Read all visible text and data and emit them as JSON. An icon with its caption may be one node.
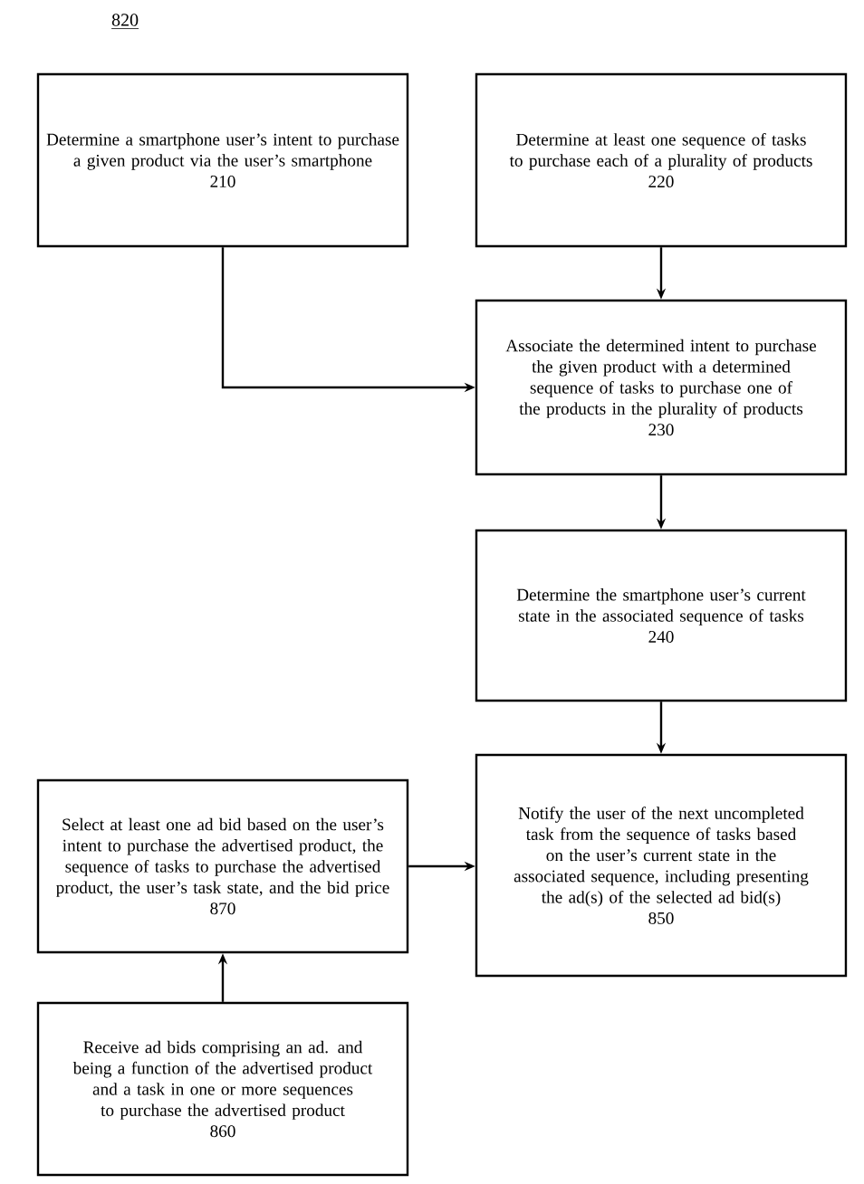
{
  "diagram": {
    "title": "820",
    "nodes": [
      {
        "text": [
          "Determine a smartphone user’s intent to purchase a given product via the user’s smartphone",
          "210"
        ]
      },
      {
        "text": [
          "Determine at least one sequence of tasks to purchase each of a plurality of products",
          "220"
        ]
      },
      {
        "text": [
          "Associate the determined intent to purchase the given product with a determined sequence of tasks to purchase one of the products in the plurality of products",
          "230"
        ]
      },
      {
        "text": [
          "Determine the smartphone user’s current state in the associated sequence of tasks",
          "240"
        ]
      },
      {
        "text": [
          "Notify the user of the next uncompleted task from the sequence of tasks based on the user’s current state in the associated sequence, including presenting the ad(s) of the selected ad bid(s)",
          "850"
        ]
      },
      {
        "text": [
          "Select at least one ad bid based on the user’s intent to purchase the advertised product, the sequence of tasks to purchase the advertised product, the user’s task state, and the bid price",
          "870"
        ]
      },
      {
        "text": [
          "Receive ad bids comprising an ad. and being a function of the advertised product and a task in one or more sequences to purchase the advertised product",
          "860"
        ]
      }
    ],
    "edges": [
      {
        "from": 0,
        "to": 2,
        "arrow": "to"
      },
      {
        "from": 1,
        "to": 2,
        "arrow": "to"
      },
      {
        "from": 2,
        "to": 3,
        "arrow": "to"
      },
      {
        "from": 3,
        "to": 4,
        "arrow": "to"
      },
      {
        "from": 6,
        "to": 5,
        "arrow": "to"
      },
      {
        "from": 5,
        "to": 4,
        "arrow": "to"
      }
    ]
  }
}
